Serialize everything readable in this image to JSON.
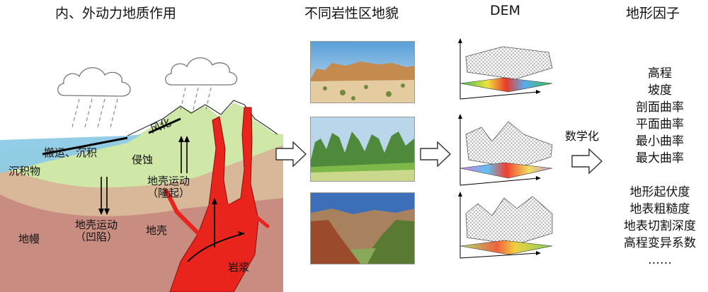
{
  "headers": {
    "geology": "内、外动力地质作用",
    "landforms": "不同岩性区地貌",
    "dem": "DEM",
    "factors": "地形因子"
  },
  "geology_labels": {
    "sediment": "沉积物",
    "transport": "搬运、沉积",
    "erosion": "侵蚀",
    "weathering": "风化",
    "uplift_line1": "地壳运动",
    "uplift_line2": "（隆起）",
    "subsidence_line1": "地壳运动",
    "subsidence_line2": "（凹陷）",
    "mantle": "地幔",
    "crust": "地壳",
    "magma": "岩浆"
  },
  "digitize_label": "数学化",
  "terrain_factors": {
    "group1": [
      "高程",
      "坡度",
      "剖面曲率",
      "平面曲率",
      "最小曲率",
      "最大曲率"
    ],
    "group2": [
      "地形起伏度",
      "地表粗糙度",
      "地表切割深度",
      "高程变异系数",
      "……"
    ]
  },
  "colors": {
    "water": "#8ecae6",
    "crust_green": "#cfe8a8",
    "crust_tan": "#d8b899",
    "mantle": "#c98c80",
    "magma": "#e8241c"
  }
}
